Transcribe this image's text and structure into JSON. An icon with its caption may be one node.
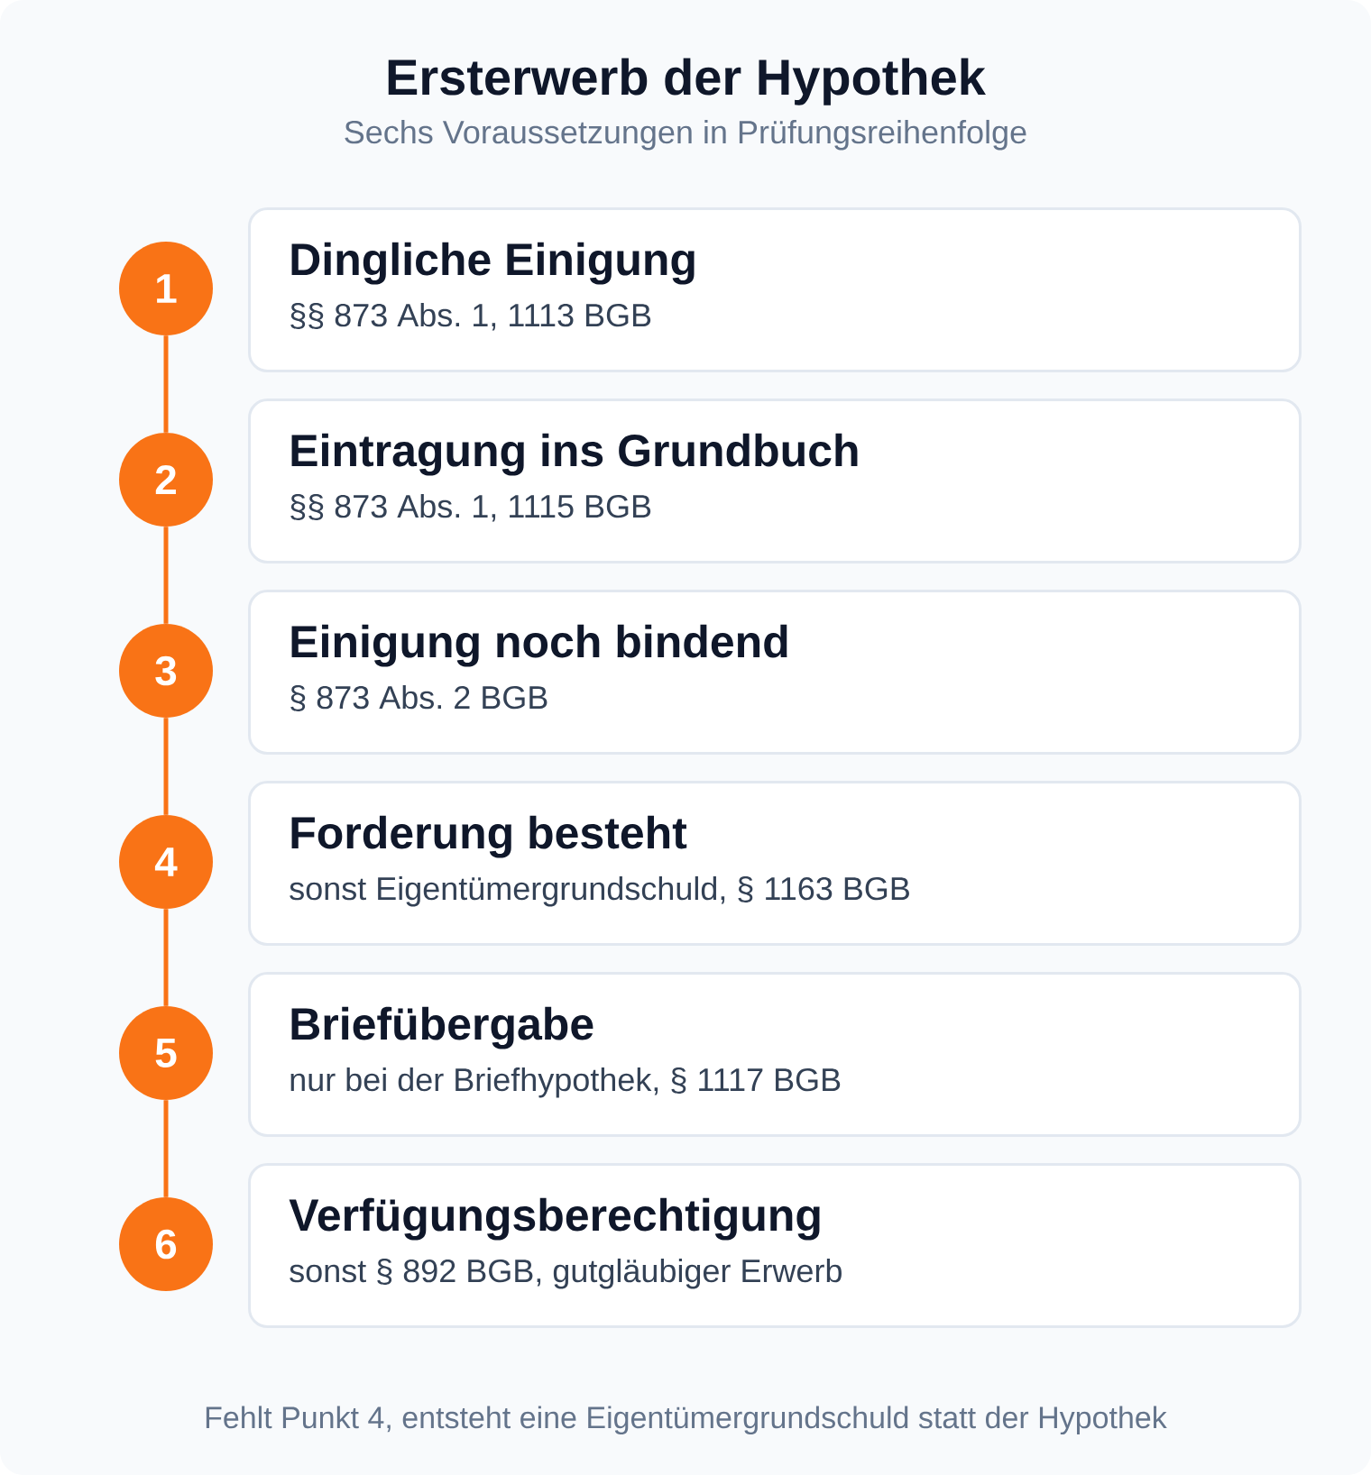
{
  "diagram": {
    "title": "Ersterwerb der Hypothek",
    "caption": "Fehlt Punkt 4, entsteht eine Eigentümergrundschuld statt der Hypothek",
    "nodes": [
      {
        "text": [
          "1"
        ]
      },
      {
        "text": [
          "Dingliche Einigung",
          "§§ 873 Abs. 1, 1113 BGB"
        ]
      },
      {
        "text": [
          "2"
        ]
      },
      {
        "text": [
          "Eintragung ins Grundbuch",
          "§§ 873 Abs. 1, 1115 BGB"
        ]
      },
      {
        "text": [
          "3"
        ]
      },
      {
        "text": [
          "Einigung noch bindend",
          "§ 873 Abs. 2 BGB"
        ]
      },
      {
        "text": [
          "4"
        ]
      },
      {
        "text": [
          "Forderung besteht",
          "sonst Eigentümergrundschuld, § 1163 BGB"
        ]
      },
      {
        "text": [
          "5"
        ]
      },
      {
        "text": [
          "Briefübergabe",
          "nur bei der Briefhypothek, § 1117 BGB"
        ]
      },
      {
        "text": [
          "6"
        ]
      },
      {
        "text": [
          "Verfügungsberechtigung",
          "sonst § 892 BGB, gutgläubiger Erwerb"
        ]
      }
    ],
    "edges": [
      {
        "from": 0,
        "to": 2,
        "arrow": "none"
      },
      {
        "from": 2,
        "to": 4,
        "arrow": "none"
      },
      {
        "from": 4,
        "to": 6,
        "arrow": "none"
      },
      {
        "from": 6,
        "to": 8,
        "arrow": "none"
      },
      {
        "from": 8,
        "to": 10,
        "arrow": "none"
      }
    ],
    "labels": [
      "Sechs Voraussetzungen in Prüfungsreihenfolge"
    ]
  }
}
